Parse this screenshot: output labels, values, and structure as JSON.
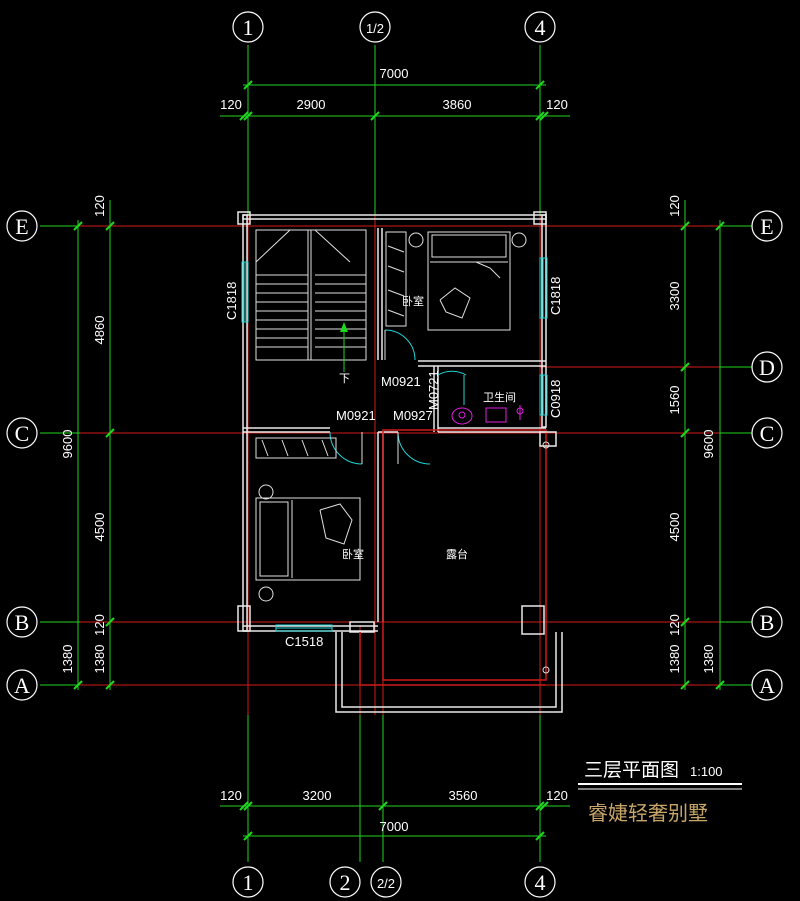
{
  "drawing": {
    "title": "三层平面图",
    "scale": "1:100",
    "subtitle": "睿婕轻奢别墅"
  },
  "axes": {
    "top": [
      "1",
      "1/2",
      "4"
    ],
    "bottom": [
      "1",
      "2",
      "2/2",
      "4"
    ],
    "left": [
      "E",
      "C",
      "B",
      "A"
    ],
    "right": [
      "E",
      "D",
      "C",
      "B",
      "A"
    ]
  },
  "dimensions": {
    "top_total": "7000",
    "top_parts": [
      "120",
      "2900",
      "3860",
      "120"
    ],
    "bottom_total": "7000",
    "bottom_parts": [
      "120",
      "3200",
      "3560",
      "120"
    ],
    "left_total": "9600",
    "left_parts": [
      "120",
      "4860",
      "4500",
      "120",
      "1380",
      "1380"
    ],
    "right_total": "9600",
    "right_parts": [
      "120",
      "3300",
      "1560",
      "4500",
      "120",
      "1380",
      "1380"
    ]
  },
  "rooms": {
    "bedroom_upper": "卧室",
    "bedroom_lower": "卧室",
    "bathroom": "卫生间",
    "terrace": "露台",
    "stair_down": "下"
  },
  "labels": {
    "w1": "C1818",
    "w2": "C1818",
    "w3": "C0918",
    "w4": "C1518",
    "d1": "M0921",
    "d2": "M0921",
    "d3": "M0927",
    "d4": "M0721"
  },
  "colors": {
    "axis_line": "#d21a1a",
    "dimension": "#1fd61f",
    "wall": "#e9e9e9",
    "window": "#22d3d3",
    "fixture": "#e020e0",
    "subtitle": "#c8a66a"
  }
}
